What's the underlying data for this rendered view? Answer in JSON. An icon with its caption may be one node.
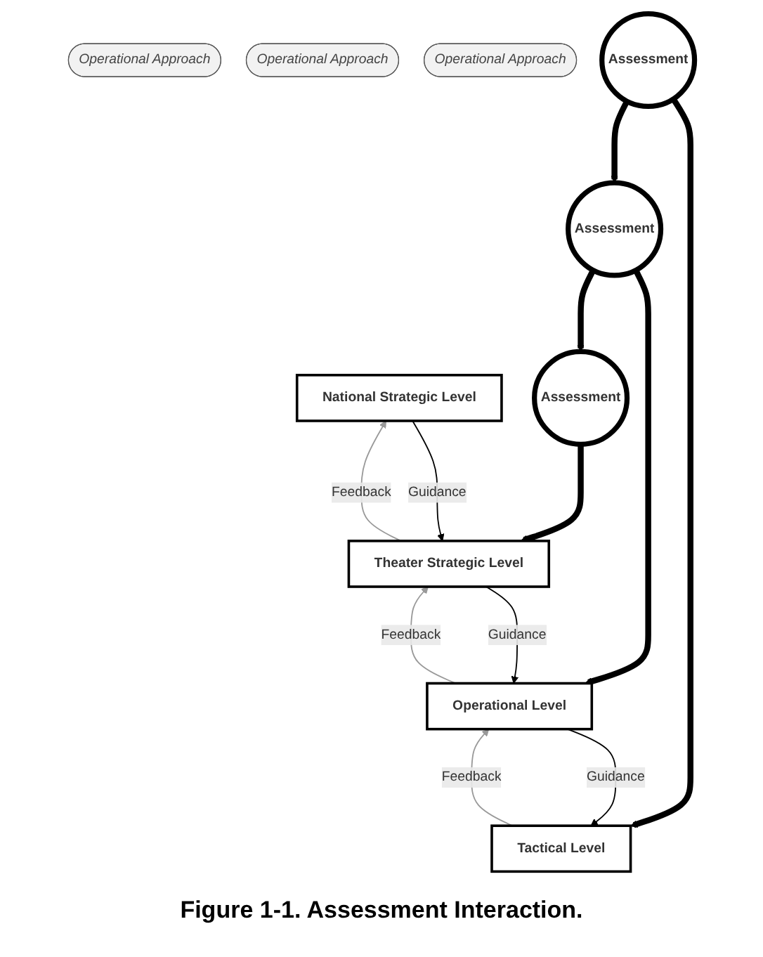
{
  "diagram": {
    "caption": "Figure 1-1. Assessment Interaction.",
    "nodes": [
      {
        "text": [
          "National Strategic Level"
        ]
      },
      {
        "text": [
          "Theater Strategic Level"
        ]
      },
      {
        "text": [
          "Operational Level"
        ]
      },
      {
        "text": [
          "Tactical Level"
        ]
      },
      {
        "text": [
          "Operational Approach"
        ]
      },
      {
        "text": [
          "Operational Approach"
        ]
      },
      {
        "text": [
          "Operational Approach"
        ]
      },
      {
        "text": [
          "Assessment"
        ]
      },
      {
        "text": [
          "Assessment"
        ]
      },
      {
        "text": [
          "Assessment"
        ]
      }
    ],
    "edges": [
      {
        "from": 0,
        "to": 1,
        "arrow": "to",
        "label": "Guidance"
      },
      {
        "from": 1,
        "to": 0,
        "arrow": "to",
        "label": "Feedback",
        "color": "#999999"
      },
      {
        "from": 1,
        "to": 2,
        "arrow": "to",
        "label": "Guidance"
      },
      {
        "from": 2,
        "to": 1,
        "arrow": "to",
        "label": "Feedback",
        "color": "#999999"
      },
      {
        "from": 2,
        "to": 3,
        "arrow": "to",
        "label": "Guidance"
      },
      {
        "from": 3,
        "to": 2,
        "arrow": "to",
        "label": "Feedback",
        "color": "#999999"
      },
      {
        "from": 7,
        "to": 1,
        "arrow": "to",
        "style": "thick"
      },
      {
        "from": 8,
        "to": 2,
        "arrow": "to",
        "style": "thick"
      },
      {
        "from": 9,
        "to": 3,
        "arrow": "to",
        "style": "thick"
      },
      {
        "from": 8,
        "to": 7,
        "arrow": "to",
        "style": "thick"
      },
      {
        "from": 9,
        "to": 8,
        "arrow": "to",
        "style": "thick"
      }
    ]
  }
}
